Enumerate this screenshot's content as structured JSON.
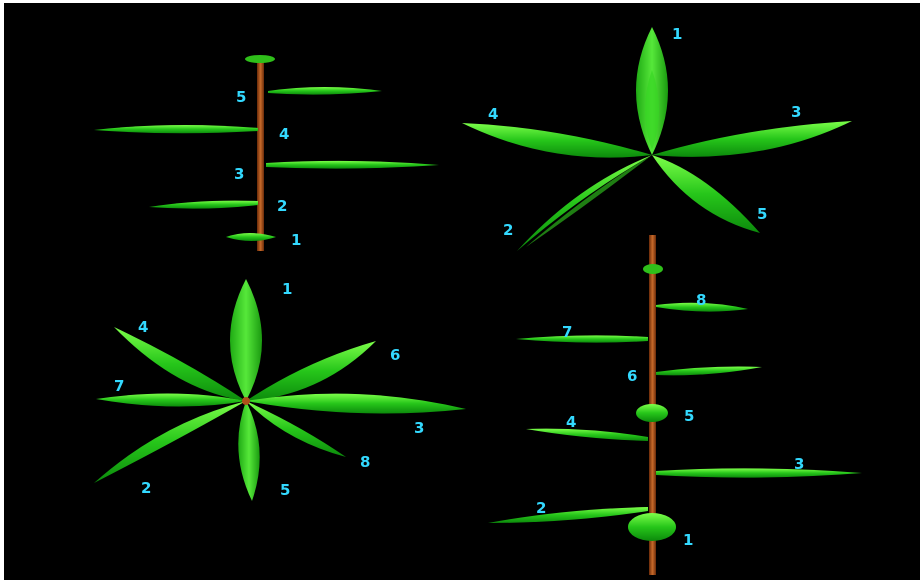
{
  "colors": {
    "background": "#000000",
    "leaf_dark": "#0a8a0a",
    "leaf_light": "#5bff3a",
    "stem": "#b0501a",
    "label": "#33d9ff"
  },
  "panels": {
    "top_left": {
      "labels": [
        "1",
        "2",
        "3",
        "4",
        "5"
      ]
    },
    "top_right": {
      "labels": [
        "1",
        "2",
        "3",
        "4",
        "5"
      ]
    },
    "bottom_left": {
      "labels": [
        "1",
        "2",
        "3",
        "4",
        "5",
        "6",
        "7",
        "8"
      ]
    },
    "bottom_right": {
      "labels": [
        "1",
        "2",
        "3",
        "4",
        "5",
        "6",
        "7",
        "8"
      ]
    }
  }
}
